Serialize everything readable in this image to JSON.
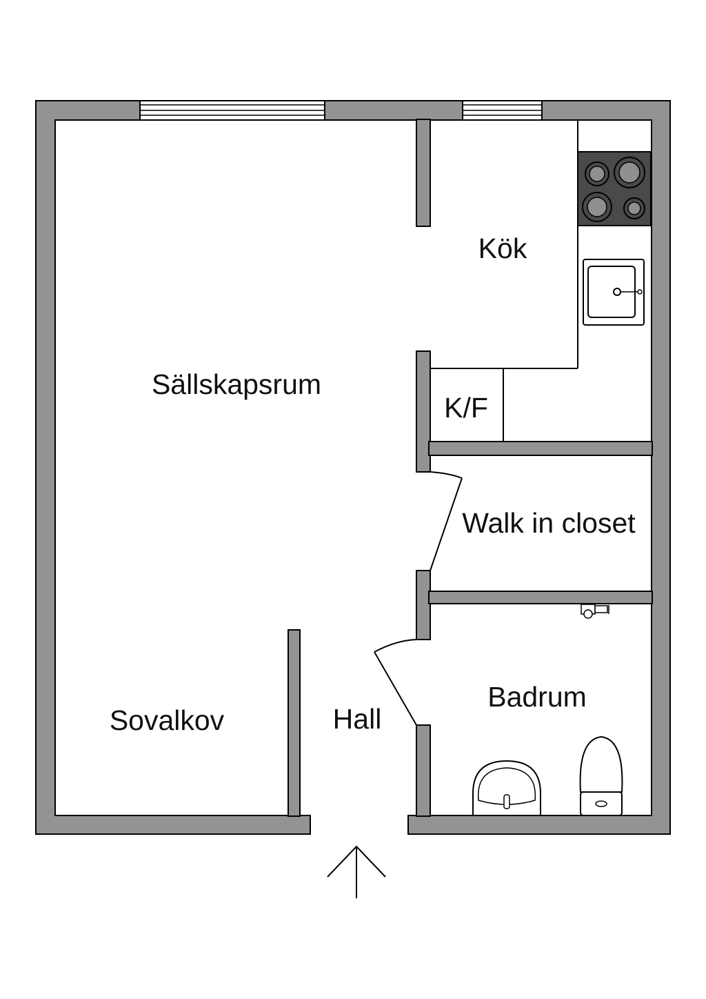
{
  "rooms": {
    "sallskapsrum": "Sällskapsrum",
    "kok": "Kök",
    "kf": "K/F",
    "walk_in_closet": "Walk in closet",
    "badrum": "Badrum",
    "sovalkov": "Sovalkov",
    "hall": "Hall"
  },
  "colors": {
    "wall": "#939393",
    "stove": "#4a4a4a",
    "background": "#ffffff"
  },
  "icons": {
    "entrance": "arrow-up-icon",
    "stove": "stove-icon",
    "sink": "sink-icon",
    "toilet": "toilet-icon",
    "washbasin": "washbasin-icon",
    "tap": "tap-icon"
  }
}
